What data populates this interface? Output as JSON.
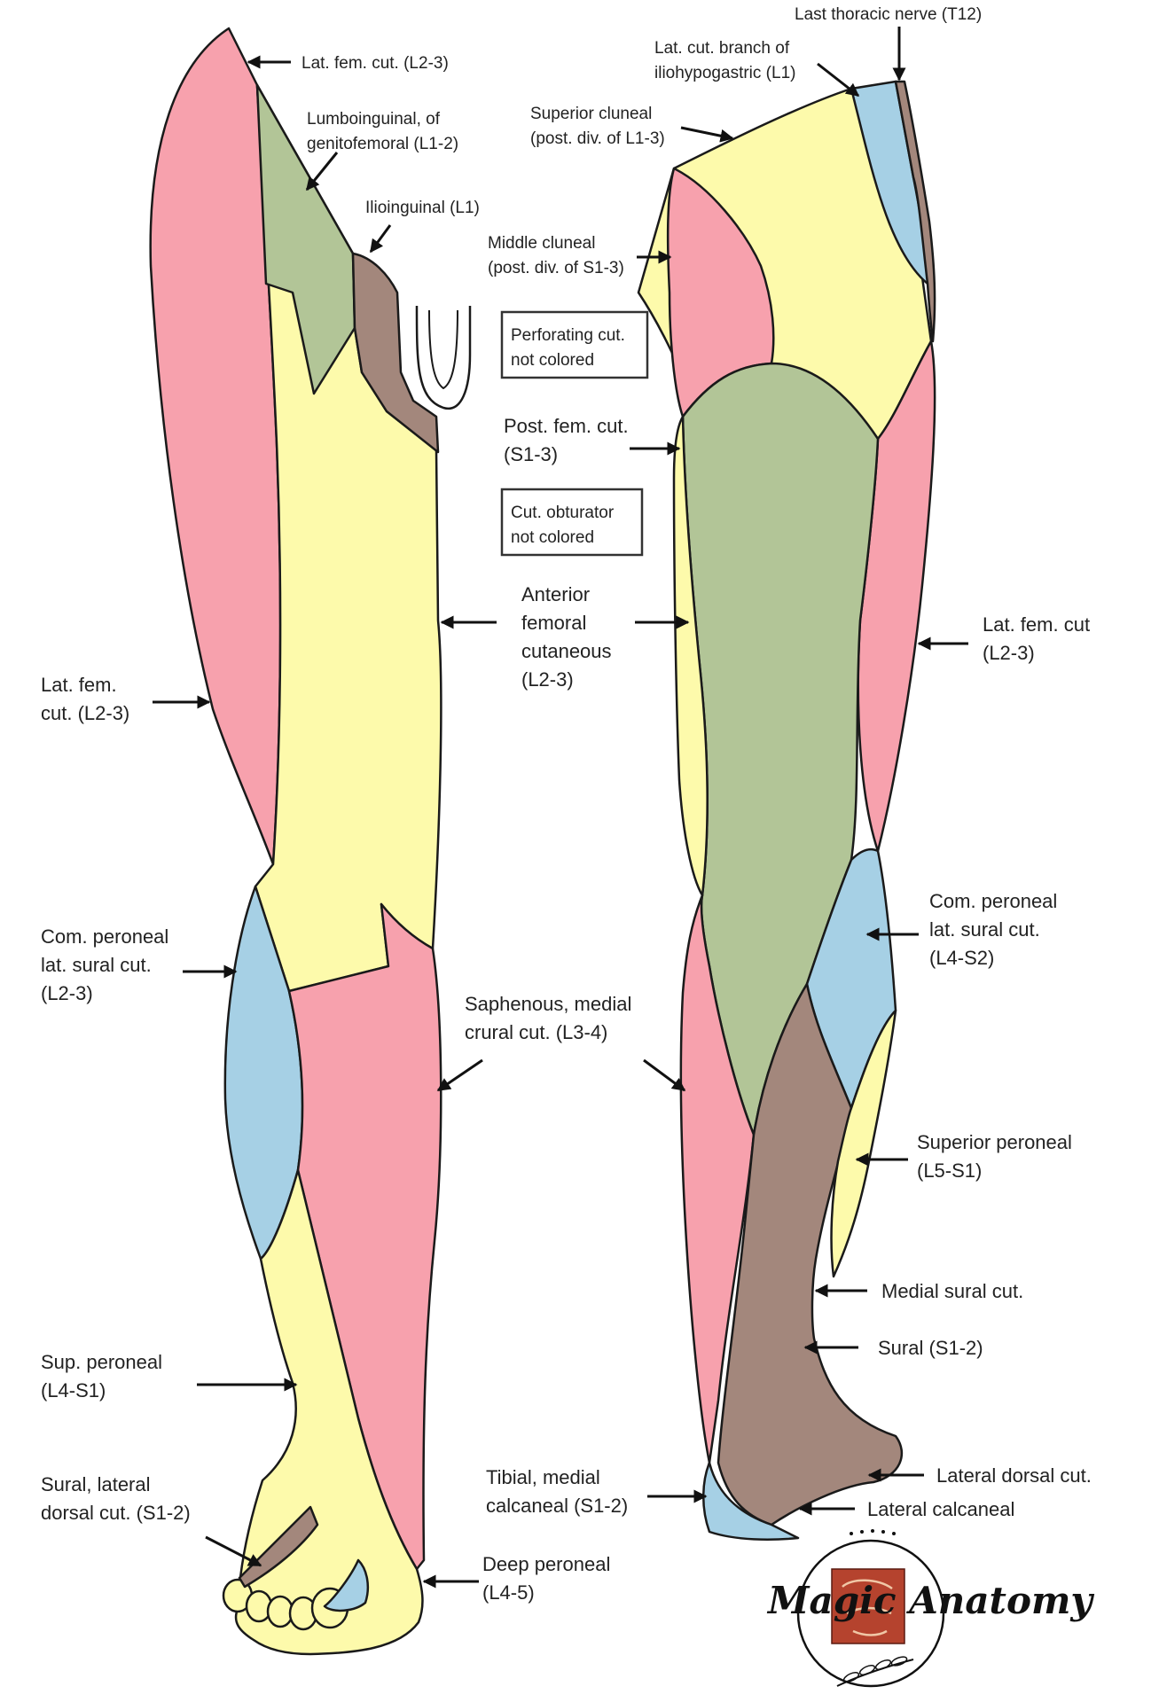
{
  "colors": {
    "pink": "#F7A1AD",
    "yellow": "#FDFAAB",
    "green": "#B2C597",
    "blue": "#A6D0E5",
    "brown": "#A3877C",
    "outline": "#1a1a1a"
  },
  "anterior_labels": {
    "lat_fem_cut_top": "Lat. fem. cut. (L2-3)",
    "lumboinguinal_1": "Lumboinguinal, of",
    "lumboinguinal_2": "genitofemoral (L1-2)",
    "ilioinguinal": "Ilioinguinal (L1)",
    "lat_fem_left_1": "Lat. fem.",
    "lat_fem_left_2": "cut. (L2-3)",
    "com_peroneal_1": "Com. peroneal",
    "com_peroneal_2": "lat. sural cut.",
    "com_peroneal_3": "(L2-3)",
    "saphenous_1": "Saphenous, medial",
    "saphenous_2": "crural cut. (L3-4)",
    "sup_peroneal_1": "Sup. peroneal",
    "sup_peroneal_2": "(L4-S1)",
    "sural_lateral_1": "Sural, lateral",
    "sural_lateral_2": "dorsal cut. (S1-2)",
    "deep_peroneal_1": "Deep peroneal",
    "deep_peroneal_2": "(L4-5)"
  },
  "center_labels": {
    "perforating_1": "Perforating cut.",
    "perforating_2": "not colored",
    "post_fem_1": "Post. fem. cut.",
    "post_fem_2": "(S1-3)",
    "obturator_1": "Cut. obturator",
    "obturator_2": "not colored",
    "anterior_fem_1": "Anterior",
    "anterior_fem_2": "femoral",
    "anterior_fem_3": "cutaneous",
    "anterior_fem_4": "(L2-3)",
    "middle_cluneal_1": "Middle cluneal",
    "middle_cluneal_2": "(post. div. of S1-3)",
    "superior_cluneal_1": "Superior cluneal",
    "superior_cluneal_2": "(post. div. of L1-3)",
    "lat_cut_branch_1": "Lat. cut. branch of",
    "lat_cut_branch_2": "iliohypogastric (L1)",
    "last_thoracic": "Last thoracic nerve (T12)"
  },
  "posterior_labels": {
    "lat_fem_cut_1": "Lat. fem. cut",
    "lat_fem_cut_2": "(L2-3)",
    "com_peroneal_1": "Com. peroneal",
    "com_peroneal_2": "lat. sural cut.",
    "com_peroneal_3": "(L4-S2)",
    "superior_peroneal_1": "Superior peroneal",
    "superior_peroneal_2": "(L5-S1)",
    "medial_sural": "Medial sural cut.",
    "sural": "Sural (S1-2)",
    "lateral_dorsal": "Lateral dorsal cut.",
    "lateral_calcaneal": "Lateral calcaneal",
    "tibial_1": "Tibial, medial",
    "tibial_2": "calcaneal (S1-2)"
  },
  "logo": {
    "text": "Magic Anatomy",
    "icon": "face-anatomy-icon",
    "decoration": "leaf-sprig-icon"
  }
}
